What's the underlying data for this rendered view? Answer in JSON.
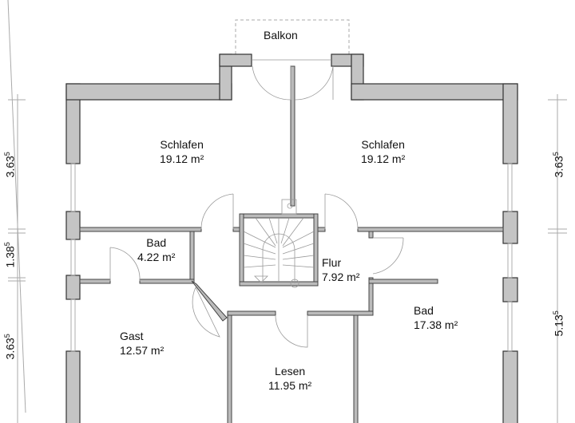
{
  "balcony": {
    "label": "Balkon"
  },
  "rooms": [
    {
      "name": "Schlafen",
      "area": "19.12 m²"
    },
    {
      "name": "Schlafen",
      "area": "19.12 m²"
    },
    {
      "name": "Bad",
      "area": "4.22 m²"
    },
    {
      "name": "Flur",
      "area": "7.92 m²"
    },
    {
      "name": "Bad",
      "area": "17.38 m²"
    },
    {
      "name": "Gast",
      "area": "12.57 m²"
    },
    {
      "name": "Lesen",
      "area": "11.95 m²"
    }
  ],
  "dimensions": {
    "left": [
      {
        "main": "3.63",
        "sup": "5"
      },
      {
        "main": "1.38",
        "sup": "5"
      },
      {
        "main": "3.63",
        "sup": "5"
      }
    ],
    "right": [
      {
        "main": "3.63",
        "sup": "5"
      },
      {
        "main": "5.13",
        "sup": "5"
      }
    ]
  }
}
